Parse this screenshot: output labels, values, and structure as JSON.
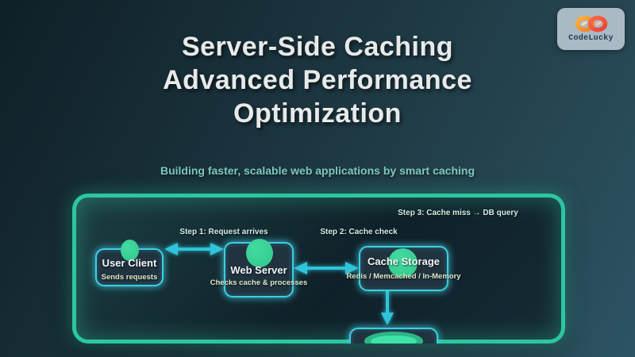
{
  "brand": {
    "name": "CodeLucky",
    "logo_icon": "infinity-icon"
  },
  "header": {
    "title_lines": [
      "Server-Side Caching",
      "Advanced Performance",
      "Optimization"
    ],
    "subtitle": "Building faster, scalable web applications by smart caching"
  },
  "diagram": {
    "steps": [
      {
        "label": "Step 1: Request arrives"
      },
      {
        "label": "Step 2: Cache check"
      },
      {
        "label": "Step 3: Cache miss → DB query"
      }
    ],
    "nodes": [
      {
        "title": "User Client",
        "subtitle": "Sends requests",
        "icon": "green-dot-icon"
      },
      {
        "title": "Web Server",
        "subtitle": "Checks cache & processes",
        "icon": "green-dot-icon"
      },
      {
        "title": "Cache Storage",
        "subtitle": "Redis / Memcached / In-Memory",
        "icon": "green-dot-icon"
      },
      {
        "title": "",
        "subtitle": "",
        "icon": "green-ellipse-icon"
      }
    ],
    "flow": [
      "User Client ↔ Web Server",
      "Web Server ↔ Cache Storage",
      "Cache Storage → Database"
    ]
  },
  "colors": {
    "background_start": "#0f1f27",
    "background_end": "#2d5364",
    "panel_border": "#2bc7a0",
    "node_border": "#3ecde2",
    "arrow": "#2fc4da",
    "icon_green": "#38d096",
    "subtitle_teal": "#7dc8ba",
    "title_text": "#e8e9e9",
    "logo_bg": "#b5c4ce",
    "logo_orange": "#f7a733",
    "logo_red": "#f4503a"
  }
}
